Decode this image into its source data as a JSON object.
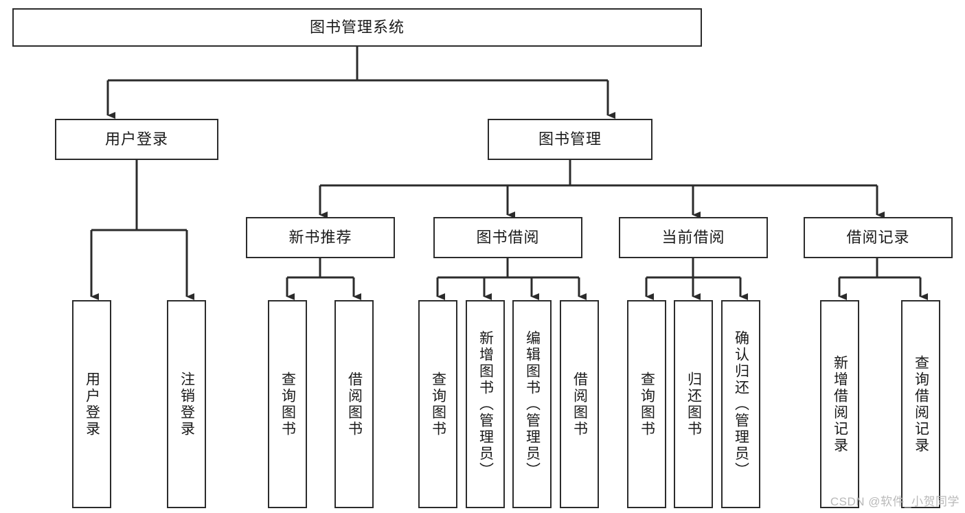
{
  "diagram": {
    "title": "图书管理系统",
    "type": "tree",
    "colors": {
      "stroke": "#2b2b2b",
      "fill": "#ffffff",
      "text": "#1a1a1a",
      "watermark": "#b9b9b9"
    },
    "root": {
      "label": "图书管理系统"
    },
    "level2": [
      {
        "label": "用户登录"
      },
      {
        "label": "图书管理"
      }
    ],
    "level3": [
      {
        "label": "新书推荐"
      },
      {
        "label": "图书借阅"
      },
      {
        "label": "当前借阅"
      },
      {
        "label": "借阅记录"
      }
    ],
    "leaves": {
      "user_login": [
        {
          "label": "用户登录"
        },
        {
          "label": "注销登录"
        }
      ],
      "new_book": [
        {
          "label": "查询图书"
        },
        {
          "label": "借阅图书"
        }
      ],
      "book_borrow": [
        {
          "label": "查询图书"
        },
        {
          "label": "新增图书（管理员）"
        },
        {
          "label": "编辑图书（管理员）"
        },
        {
          "label": "借阅图书"
        }
      ],
      "current_borrow": [
        {
          "label": "查询图书"
        },
        {
          "label": "归还图书"
        },
        {
          "label": "确认归还（管理员）"
        }
      ],
      "borrow_record": [
        {
          "label": "新增借阅记录"
        },
        {
          "label": "查询借阅记录"
        }
      ]
    },
    "watermark": "CSDN @软件_小贺同学"
  }
}
